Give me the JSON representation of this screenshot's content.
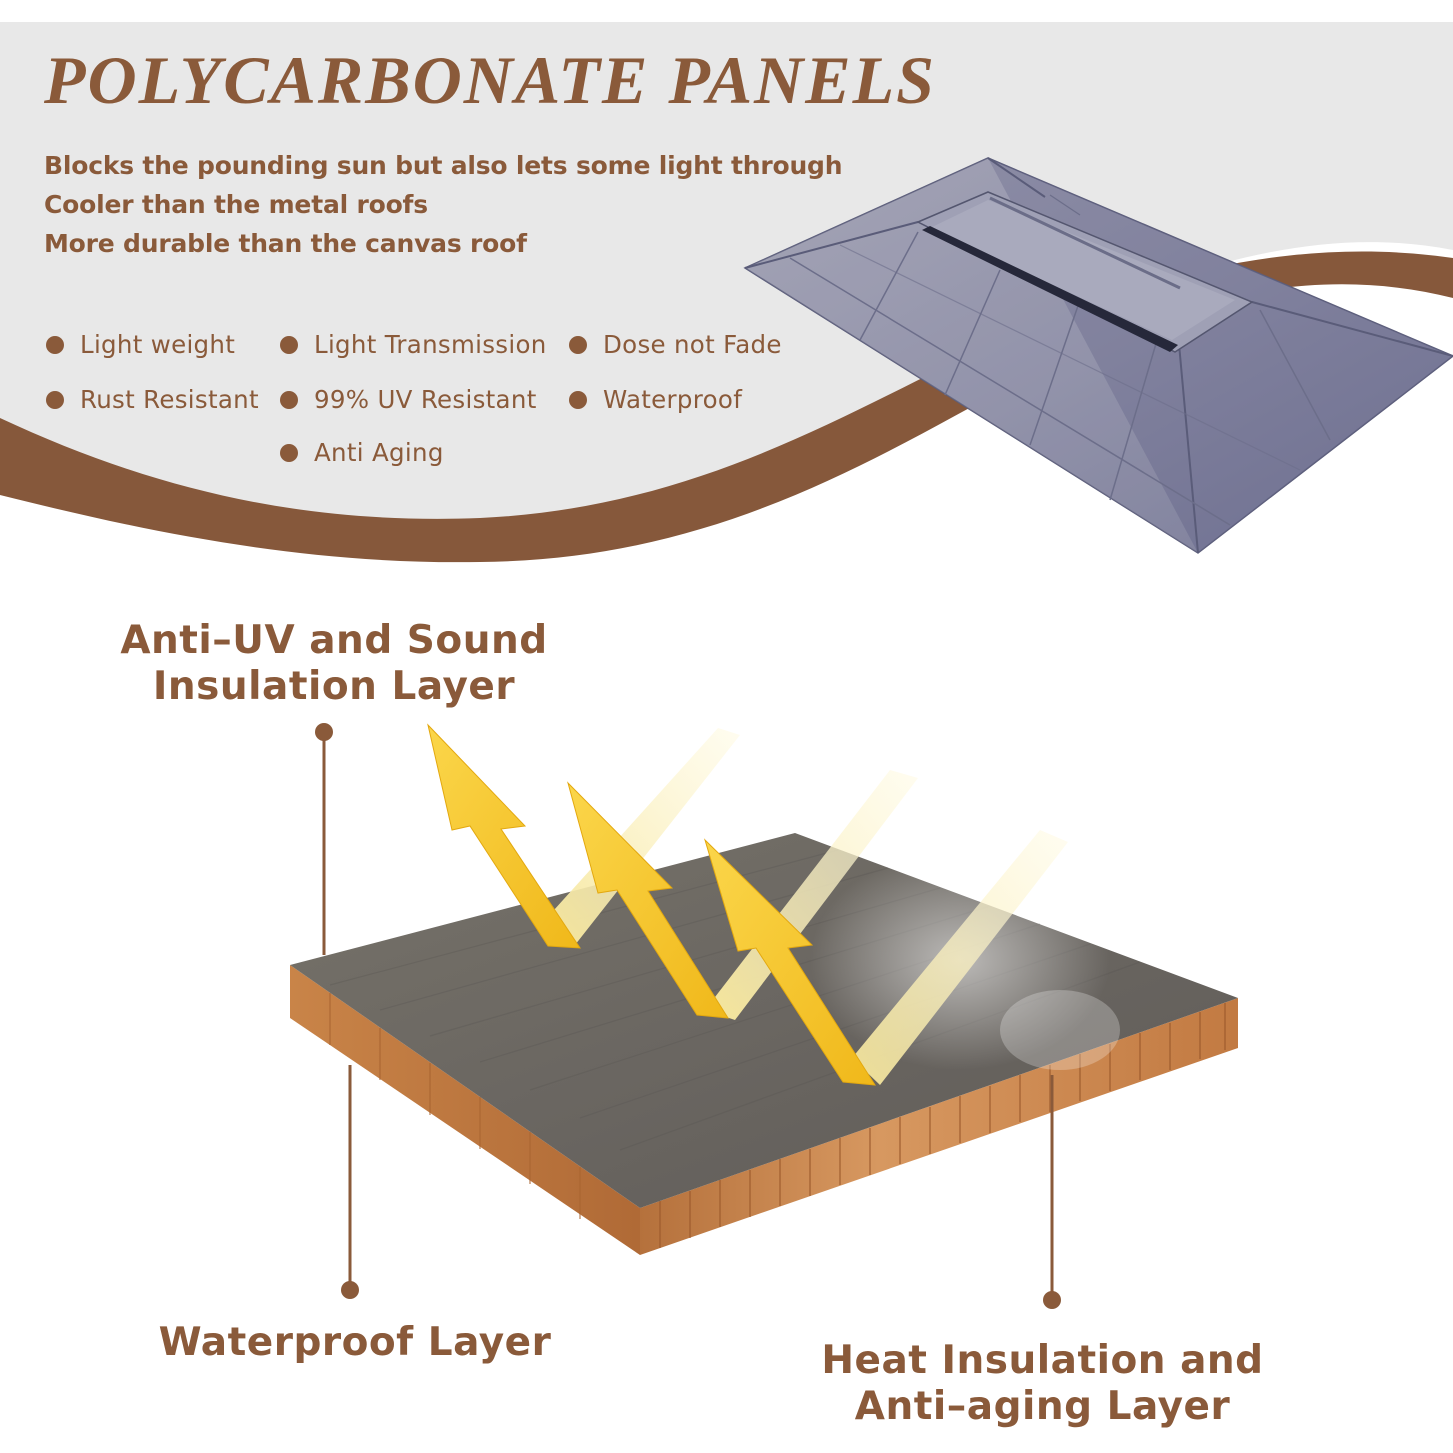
{
  "title": "POLYCARBONATE PANELS",
  "taglines": [
    "Blocks the pounding sun but also lets some light through",
    "Cooler than the metal roofs",
    "More durable than the canvas roof"
  ],
  "features": [
    "Light weight",
    "Light Transmission",
    "Dose not Fade",
    "Rust Resistant",
    "99% UV Resistant",
    "Waterproof",
    "Anti Aging"
  ],
  "layers": {
    "top_line1": "Anti–UV and Sound",
    "top_line2": "Insulation Layer",
    "waterproof": "Waterproof Layer",
    "heat_line1": "Heat Insulation and",
    "heat_line2": "Anti–aging Layer"
  },
  "colors": {
    "brand_brown": "#8a5a3a",
    "band_brown": "#86583b",
    "header_gray": "#e8e8e8",
    "panel_blue_gray": "#7f819b",
    "sheet_gray": "#6a6661",
    "core_orange": "#c7834a",
    "arrow_yellow": "#f8c830"
  }
}
